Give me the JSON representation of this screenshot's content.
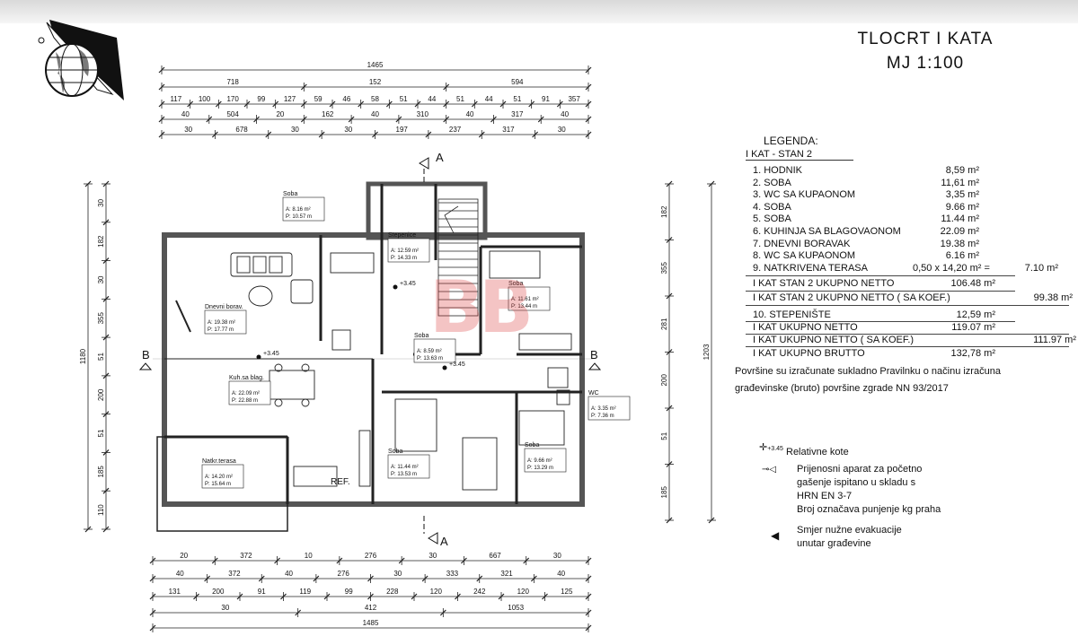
{
  "title": {
    "line1": "TLOCRT  I  KATA",
    "line2": "MJ 1:100"
  },
  "legend": {
    "heading": "LEGENDA:",
    "section": "I  KAT  - STAN 2",
    "rooms": [
      {
        "label": "1.  HODNIK",
        "area": "8,59 m²"
      },
      {
        "label": "2.  SOBA",
        "area": "11,61 m²"
      },
      {
        "label": "3.  WC SA KUPAONOM",
        "area": "3,35 m²"
      },
      {
        "label": "4.  SOBA",
        "area": "9.66 m²"
      },
      {
        "label": "5.  SOBA",
        "area": "11.44 m²"
      },
      {
        "label": "6.  KUHINJA SA BLAGOVAONOM",
        "area": "22.09 m²"
      },
      {
        "label": "7.  DNEVNI BORAVAK",
        "area": "19.38 m²"
      },
      {
        "label": "8.  WC SA KUPAONOM",
        "area": "6.16 m²"
      }
    ],
    "terrace": {
      "label": "9.  NATKRIVENA TERASA",
      "calc": "0,50  x   14,20 m²   =",
      "area": "7.10 m²"
    },
    "stan_netto": {
      "label": "I  KAT  STAN 2  UKUPNO NETTO",
      "area": "106.48 m²"
    },
    "stan_koef": {
      "label": "I  KAT  STAN 2  UKUPNO NETTO ( SA KOEF.)",
      "area": "99.38 m²"
    },
    "stairs": {
      "label": "10.  STEPENIŠTE",
      "area": "12,59 m²"
    },
    "kat_netto": {
      "label": "I  KAT  UKUPNO NETTO",
      "area": "119.07 m²"
    },
    "kat_koef": {
      "label": "I  KAT  UKUPNO NETTO ( SA KOEF.)",
      "area": "111.97 m²"
    },
    "kat_brutto": {
      "label": "I  KAT  UKUPNO BRUTTO",
      "area": "132,78 m²"
    }
  },
  "note": {
    "line1": "Površine su izračunate sukladno  Pravilnku o načinu izračuna",
    "line2": "građevinske (bruto) površine zgrade NN 93/2017"
  },
  "keys": {
    "kote": "Relativne kote",
    "kote_sym": "+3.45",
    "aparat": [
      "Prijenosni aparat za početno",
      "gašenje ispitano u skladu s",
      "HRN EN 3-7",
      "Broj označava punjenje kg praha"
    ],
    "evak": [
      "Smjer  nužne evakuacije",
      "unutar građevine"
    ]
  },
  "watermark": "BB",
  "dims": {
    "top1": [
      "1465"
    ],
    "top2": [
      "718",
      "152",
      "594"
    ],
    "top3": [
      "117",
      "100",
      "170",
      "99",
      "127",
      "59",
      "46",
      "58",
      "51",
      "44",
      "51",
      "44",
      "51",
      "91",
      "357"
    ],
    "top4": [
      "40",
      "504",
      "20",
      "162",
      "40",
      "310",
      "40",
      "317",
      "40"
    ],
    "top5": [
      "30",
      "678",
      "30",
      "30",
      "197",
      "237",
      "317",
      "30"
    ],
    "bot1": [
      "20",
      "372",
      "10",
      "276",
      "30",
      "667",
      "30"
    ],
    "bot2": [
      "40",
      "372",
      "40",
      "276",
      "30",
      "333",
      "321",
      "40"
    ],
    "bot3": [
      "131",
      "200",
      "91",
      "119",
      "99",
      "228",
      "120",
      "242",
      "120",
      "125"
    ],
    "bot4": [
      "30",
      "412",
      "1053"
    ],
    "bot5": [
      "1485"
    ],
    "left1": [
      "30",
      "182",
      "30",
      "355",
      "51",
      "200",
      "51",
      "185",
      "110"
    ],
    "left2": [
      "1180"
    ],
    "right1": [
      "182",
      "355",
      "281",
      "200",
      "51",
      "185"
    ],
    "right2": [
      "1203"
    ]
  },
  "section_marks": {
    "a": "A",
    "b": "B"
  },
  "kote_plan": [
    "+3.45",
    "+3.45",
    "+3.45"
  ],
  "rooms_plan": [
    {
      "id": "soba1",
      "name": "Soba",
      "a": "A:   8.16 m²",
      "p": "P:   10.57 m"
    },
    {
      "id": "stepenice",
      "name": "Stepenice",
      "a": "A:   12.59 m²",
      "p": "P:   14.33 m"
    },
    {
      "id": "dnevni",
      "name": "Dnevni borav.",
      "a": "A:   19.38 m²",
      "p": "P:   17.77 m"
    },
    {
      "id": "soba2",
      "name": "Soba",
      "a": "A:   11.61 m²",
      "p": "P:   13.44 m"
    },
    {
      "id": "soba3",
      "name": "Soba",
      "a": "A:   8.59 m²",
      "p": "P:   13.63 m"
    },
    {
      "id": "kuh",
      "name": "Kuh.sa blag.",
      "a": "A:   22.09 m²",
      "p": "P:   22.88 m"
    },
    {
      "id": "wc",
      "name": "WC",
      "a": "A:  3.35 m²",
      "p": "P:   7.36 m"
    },
    {
      "id": "soba4",
      "name": "Soba",
      "a": "A:   11.44 m²",
      "p": "P:   13.53 m"
    },
    {
      "id": "soba5",
      "name": "Soba",
      "a": "A:   9.66 m²",
      "p": "P:   13.29 m"
    },
    {
      "id": "terasa",
      "name": "Natkr.terasa",
      "a": "A:   14.20 m²",
      "p": "P:   15.64 m"
    }
  ],
  "ref_label": "REF."
}
